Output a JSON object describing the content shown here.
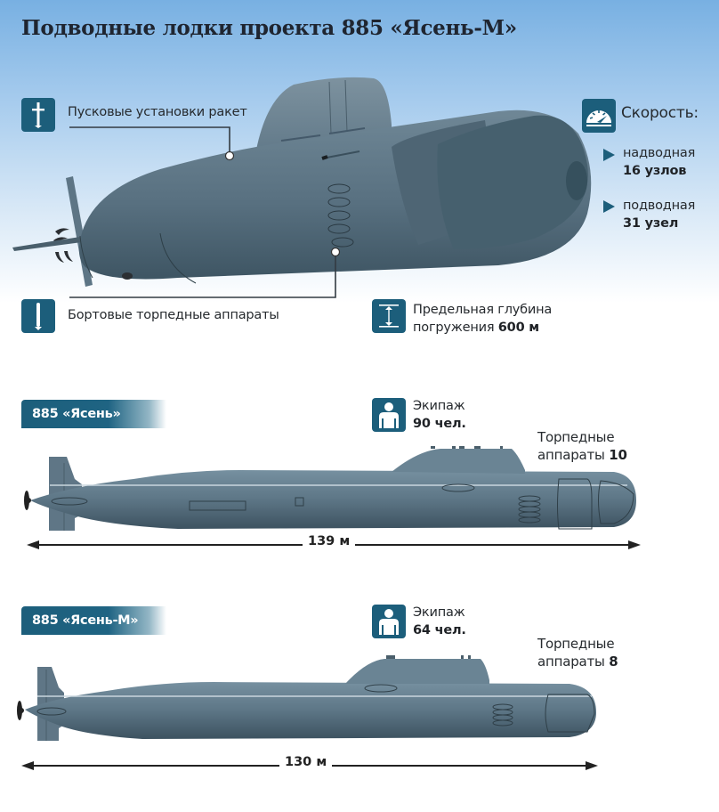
{
  "title": "Подводные лодки проекта 885 «Ясень-М»",
  "colors": {
    "accent": "#1c5e7b",
    "hull": "#5a7383",
    "hull_dark": "#3f5663",
    "sky_top": "#78b0e2",
    "background": "#ffffff"
  },
  "callouts": {
    "missile_launchers": {
      "icon": "missile-icon",
      "label": "Пусковые установки ракет"
    },
    "torpedo_tubes": {
      "icon": "torpedo-icon",
      "label": "Бортовые торпедные аппараты"
    },
    "max_depth": {
      "icon": "depth-icon",
      "line1": "Предельная глубина",
      "line2_prefix": "погружения",
      "line2_value": "600 м"
    }
  },
  "speed": {
    "icon": "speedometer-icon",
    "title": "Скорость:",
    "items": [
      {
        "label": "надводная",
        "value": "16 узлов"
      },
      {
        "label": "подводная",
        "value": "31 узел"
      }
    ]
  },
  "submarines": [
    {
      "name": "885 «Ясень»",
      "crew_label": "Экипаж",
      "crew_value": "90 чел.",
      "torpedo_label_line1": "Торпедные",
      "torpedo_label_line2": "аппараты",
      "torpedo_count": "10",
      "length": "139 м"
    },
    {
      "name": "885 «Ясень-М»",
      "crew_label": "Экипаж",
      "crew_value": "64 чел.",
      "torpedo_label_line1": "Торпедные",
      "torpedo_label_line2": "аппараты",
      "torpedo_count": "8",
      "length": "130 м"
    }
  ]
}
